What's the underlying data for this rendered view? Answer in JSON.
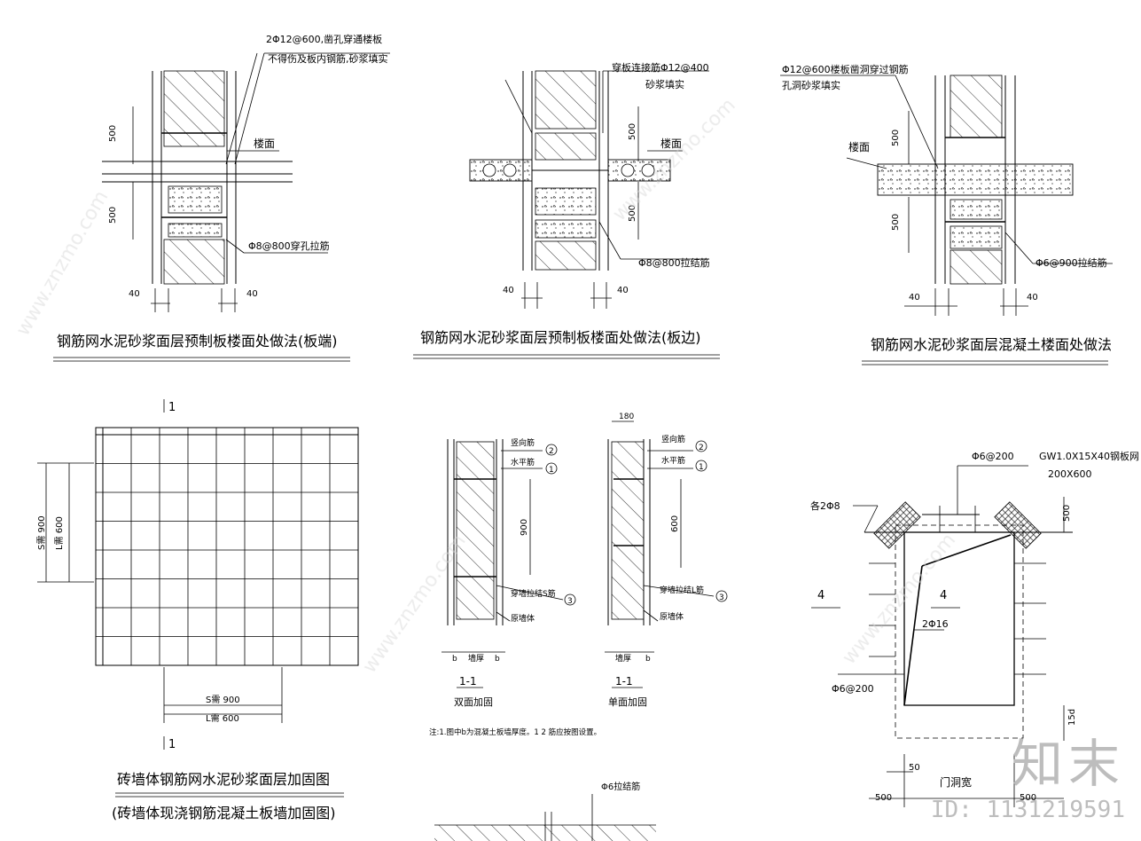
{
  "details": {
    "d1": {
      "title": "钢筋网水泥砂浆面层预制板楼面处做法(板端)",
      "note_top": "2Φ12@600,凿孔穿通楼板",
      "note_top2": "不得伤及板内钢筋,砂浆填实",
      "floor": "楼面",
      "dim_upper": "500",
      "dim_lower": "500",
      "bar_note": "Φ8@800穿孔拉筋",
      "dim_left": "40",
      "dim_right": "40"
    },
    "d2": {
      "title": "钢筋网水泥砂浆面层预制板楼面处做法(板边)",
      "note_top": "穿板连接筋Φ12@400",
      "note_top2": "砂浆填实",
      "floor": "楼面",
      "dim_upper": "500",
      "dim_lower": "500",
      "bar_note": "Φ8@800拉结筋",
      "dim_left": "40",
      "dim_right": "40"
    },
    "d3": {
      "title": "钢筋网水泥砂浆面层混凝土楼面处做法",
      "note_top": "Φ12@600楼板凿洞穿过钢筋",
      "note_top2": "孔洞砂浆填实",
      "floor": "楼面",
      "dim_upper": "500",
      "dim_lower": "500",
      "bar_note": "Φ6@900拉结筋",
      "dim_left": "40",
      "dim_right": "40"
    },
    "grid": {
      "title": "砖墙体钢筋网水泥砂浆面层加固图",
      "subtitle": "(砖墙体现浇钢筋混凝土板墙加固图)",
      "section_mark": "1",
      "dim_s": "S需 900",
      "dim_l": "L需 600",
      "dim_s_v": "S需 900",
      "dim_l_v": "L需 600"
    },
    "sections": {
      "left_label": "1-1",
      "left_caption": "双面加固",
      "right_label": "1-1",
      "right_caption": "单面加固",
      "top_dim": "180",
      "dim_left": "900",
      "dim_right": "600",
      "vert_bar": "竖向筋",
      "horiz_bar": "水平筋",
      "through_bar": "穿墙拉结S筋",
      "through_bar_r": "穿墙拉结L筋",
      "brick": "原墙体",
      "b": "b",
      "wall": "墙厚",
      "n1": "1",
      "n2": "2",
      "n3": "3",
      "note": "注:1.图中b为混凝土板墙厚度。1  2  筋应按图设置。",
      "tie": "Φ6拉结筋"
    },
    "door": {
      "phi_top": "Φ6@200",
      "mesh": "GW1.0X15X40钢板网",
      "mesh_size": "200X600",
      "bars": "各2Φ8",
      "dim_500": "500",
      "label4_left": "4",
      "label4_right": "4",
      "rebar": "2Φ16",
      "phi_side": "Φ6@200",
      "dim_15d": "15d",
      "dim_50": "50",
      "dim_500b": "500",
      "dim_500c": "500",
      "opening": "门洞宽"
    }
  },
  "watermark": {
    "logo": "知末",
    "id": "ID: 1131219591",
    "site": "www.znzmo.com"
  }
}
